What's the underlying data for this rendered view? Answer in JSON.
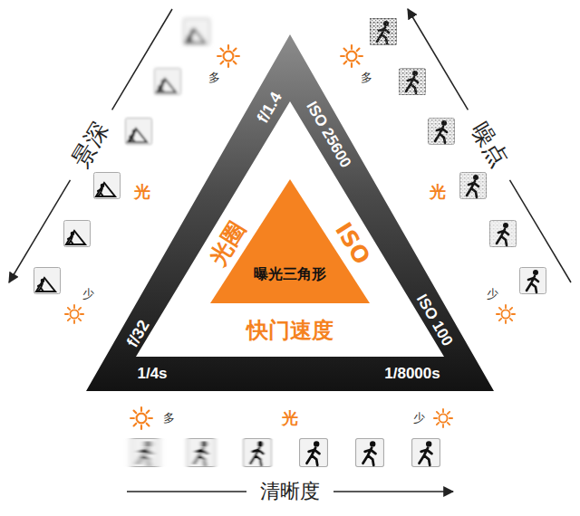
{
  "diagram": {
    "nodes": [
      {
        "text": [
          "f/1.4",
          "ISO 25600",
          "f/32",
          "ISO 100",
          "1/4s",
          "1/8000s"
        ]
      },
      {
        "text": [
          "曝光三角形"
        ],
        "in": 0
      }
    ],
    "labels": [
      "景深",
      "噪点",
      "清晰度",
      "光圈",
      "ISO",
      "快门速度",
      "光",
      "多",
      "少",
      "光",
      "多",
      "少",
      "光",
      "多",
      "少"
    ]
  }
}
